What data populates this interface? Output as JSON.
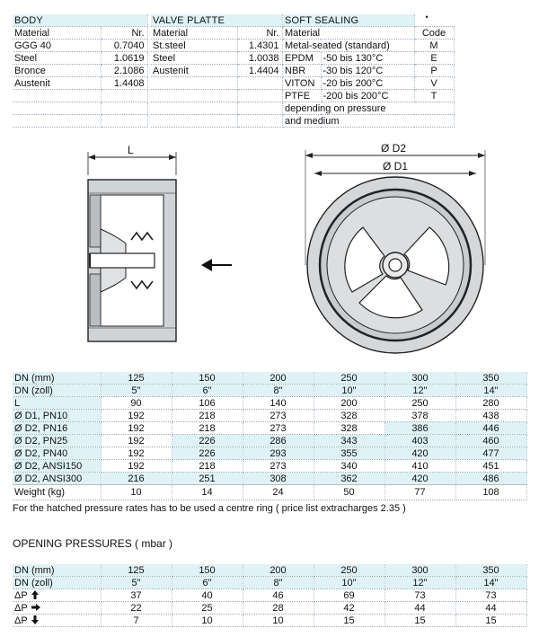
{
  "body_table": {
    "title": "BODY",
    "col_material": "Material",
    "col_nr": "Nr.",
    "rows": [
      {
        "material": "GGG 40",
        "nr": "0.7040"
      },
      {
        "material": "Steel",
        "nr": "1.0619"
      },
      {
        "material": "Bronce",
        "nr": "2.1086"
      },
      {
        "material": "Austenit",
        "nr": "1.4408"
      }
    ]
  },
  "valve_table": {
    "title": "VALVE PLATTE",
    "col_material": "Material",
    "col_nr": "Nr.",
    "rows": [
      {
        "material": "St.steel",
        "nr": "1.4301"
      },
      {
        "material": "Steel",
        "nr": "1.0038"
      },
      {
        "material": "Austenit",
        "nr": "1.4404"
      }
    ]
  },
  "sealing_table": {
    "title": "SOFT SEALING",
    "col_material": "Material",
    "col_code": "Code",
    "rows": [
      {
        "material": "Metal-seated (standard)",
        "range": "",
        "code": "M"
      },
      {
        "material": "EPDM",
        "range": "-50 bis 130°C",
        "code": "E"
      },
      {
        "material": "NBR",
        "range": "-30 bis 120°C",
        "code": "P"
      },
      {
        "material": "VITON",
        "range": "-20 bis 200°C",
        "code": "V"
      },
      {
        "material": "PTFE",
        "range": "-200 bis 200°C",
        "code": "T"
      }
    ],
    "note_line1": "depending on pressure",
    "note_line2": "and medium"
  },
  "drawing": {
    "label_L": "L",
    "label_D2": "Ø D2",
    "label_D1": "Ø D1"
  },
  "dims_table": {
    "columns": [
      "125",
      "150",
      "200",
      "250",
      "300",
      "350"
    ],
    "rows": [
      {
        "label": "DN (mm)",
        "values": [
          "125",
          "150",
          "200",
          "250",
          "300",
          "350"
        ]
      },
      {
        "label": "DN (zoll)",
        "values": [
          "5\"",
          "6\"",
          "8\"",
          "10\"",
          "12\"",
          "14\""
        ]
      },
      {
        "label": "L",
        "values": [
          "90",
          "106",
          "140",
          "200",
          "250",
          "280"
        ]
      },
      {
        "label": "Ø D1, PN10",
        "values": [
          "192",
          "218",
          "273",
          "328",
          "378",
          "438"
        ]
      },
      {
        "label": "Ø D2, PN16",
        "values": [
          "192",
          "218",
          "273",
          "328",
          "386",
          "446"
        ]
      },
      {
        "label": "Ø D2, PN25",
        "values": [
          "192",
          "226",
          "286",
          "343",
          "403",
          "460"
        ]
      },
      {
        "label": "Ø D2, PN40",
        "values": [
          "192",
          "226",
          "293",
          "355",
          "420",
          "477"
        ]
      },
      {
        "label": "Ø D2, ANSI150",
        "values": [
          "192",
          "218",
          "273",
          "340",
          "410",
          "451"
        ]
      },
      {
        "label": "Ø D2, ANSI300",
        "values": [
          "216",
          "251",
          "308",
          "362",
          "420",
          "486"
        ]
      },
      {
        "label": "Weight (kg)",
        "values": [
          "10",
          "14",
          "24",
          "50",
          "77",
          "108"
        ]
      }
    ],
    "footnote": "For the hatched pressure rates has to be used a centre ring  ( price list extracharges 2.35 )"
  },
  "opening_title": "OPENING PRESSURES ( mbar )",
  "opening_table": {
    "rows": [
      {
        "label": "DN (mm)",
        "values": [
          "125",
          "150",
          "200",
          "250",
          "300",
          "350"
        ]
      },
      {
        "label": "DN (zoll)",
        "values": [
          "5\"",
          "6\"",
          "8\"",
          "10\"",
          "12\"",
          "14\""
        ]
      },
      {
        "label": "ΔP",
        "arrow": "up-arrow-icon",
        "values": [
          "37",
          "40",
          "46",
          "69",
          "73",
          "73"
        ]
      },
      {
        "label": "ΔP",
        "arrow": "right-arrow-icon",
        "values": [
          "22",
          "25",
          "28",
          "42",
          "44",
          "44"
        ]
      },
      {
        "label": "ΔP",
        "arrow": "down-arrow-icon",
        "values": [
          "7",
          "10",
          "10",
          "15",
          "15",
          "15"
        ]
      }
    ]
  }
}
